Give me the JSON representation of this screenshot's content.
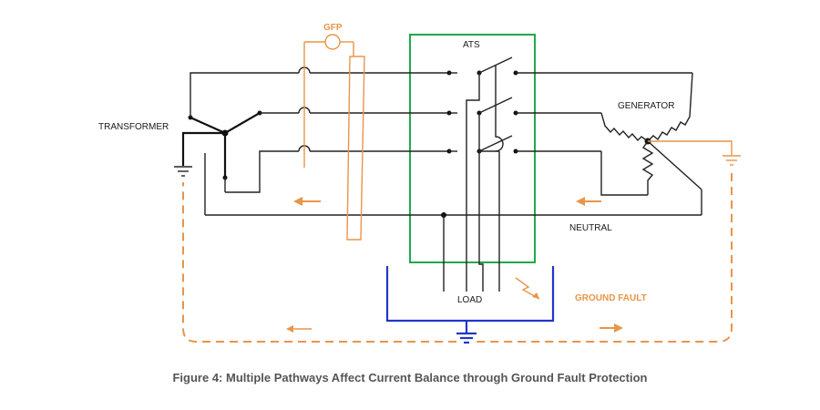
{
  "labels": {
    "gfp": "GFP",
    "ats": "ATS",
    "transformer": "TRANSFORMER",
    "generator": "GENERATOR",
    "neutral": "NEUTRAL",
    "load": "LOAD",
    "ground_fault": "GROUND FAULT"
  },
  "caption": "Figure 4: Multiple Pathways Affect Current Balance through Ground Fault Protection",
  "colors": {
    "wire": "#222222",
    "gfp": "#e8954a",
    "fault_path": "#e8954a",
    "ats_box": "#22a84a",
    "load_enclosure": "#2036c8",
    "caption": "#555555"
  },
  "icons": [
    "ground-symbol-icon",
    "lightning-fault-icon",
    "current-arrow-icon",
    "gfp-sensor-icon"
  ]
}
